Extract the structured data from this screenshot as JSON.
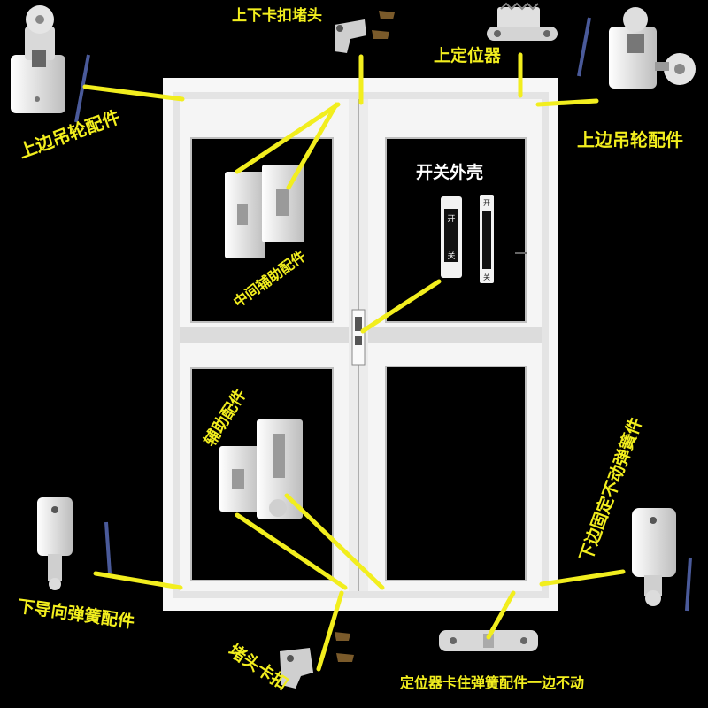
{
  "labels": {
    "top_left_hanger": "上边吊轮配件",
    "top_right_hanger": "上边吊轮配件",
    "top_catch": "上下卡扣堵头",
    "top_locator": "上定位器",
    "switch_housing": "开关外壳",
    "middle_aux": "中间辅助配件",
    "aux": "辅助配件",
    "bottom_guide_spring": "下导向弹簧配件",
    "bottom_fixed_spring": "下边固定不动弹簧件",
    "end_catch": "堵头卡扣",
    "locator_spring": "定位器卡住弹簧配件一边不动"
  },
  "switch_marks": {
    "open": "开",
    "close": "关"
  },
  "colors": {
    "background": "#000000",
    "label": "#f2ee1e",
    "leader_line": "#f2ee1e",
    "frame": "#f4f4f4",
    "part": "#e6e6e6"
  }
}
